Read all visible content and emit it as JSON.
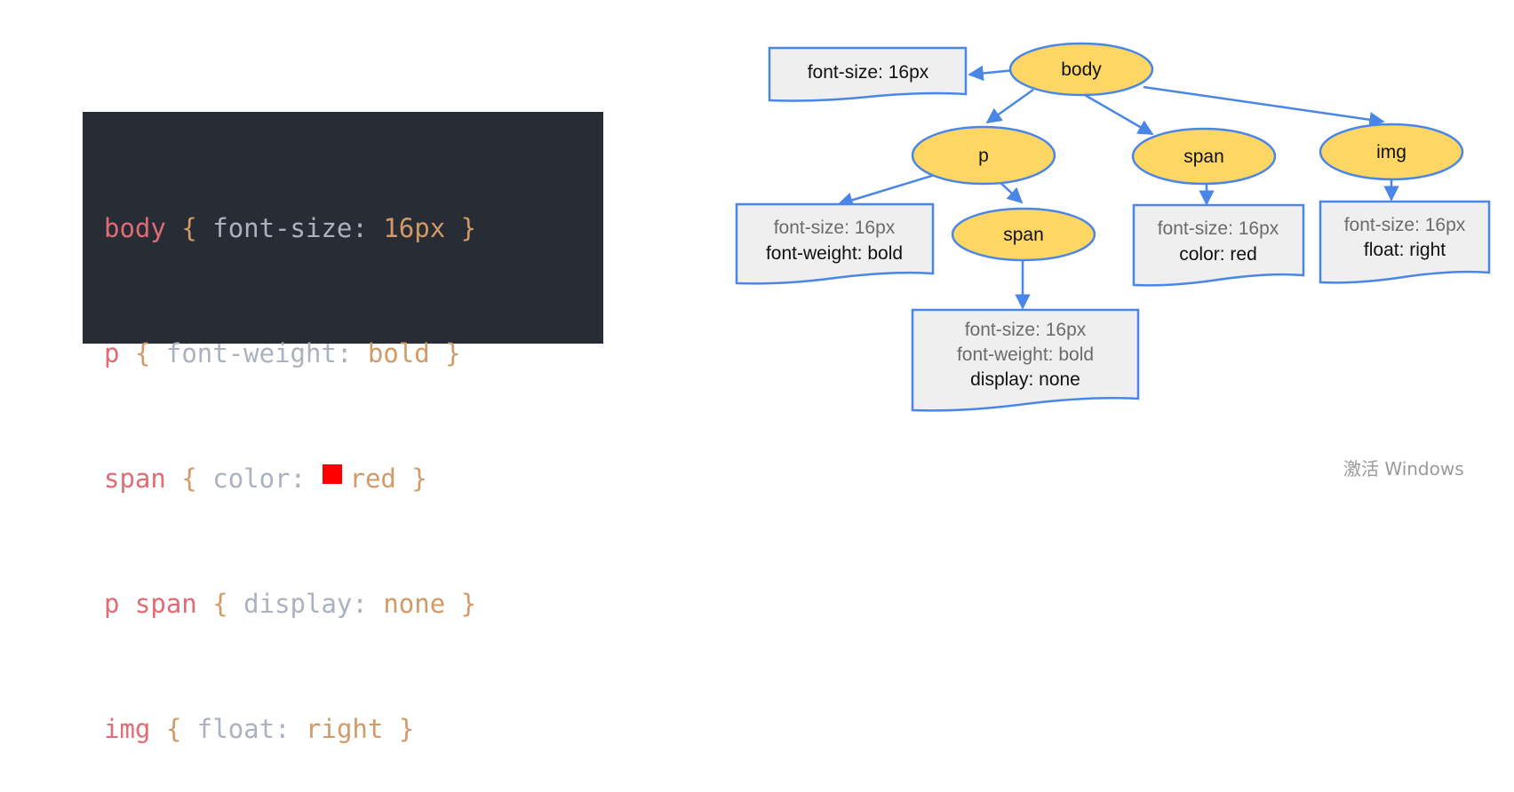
{
  "code": {
    "lines": [
      {
        "selector": "body",
        "property": "font-size",
        "value": "16px",
        "swatch": false
      },
      {
        "selector": "p",
        "property": "font-weight",
        "value": "bold",
        "swatch": false
      },
      {
        "selector": "span",
        "property": "color",
        "value": "red",
        "swatch": true
      },
      {
        "selector": "p span",
        "property": "display",
        "value": "none",
        "swatch": false
      },
      {
        "selector": "img",
        "property": "float",
        "value": "right",
        "swatch": false
      }
    ],
    "colors": {
      "background": "#282c34",
      "selector": "#e06c75",
      "value": "#d19a66",
      "swatch": "#ff0000"
    }
  },
  "tree": {
    "nodes": {
      "body": "body",
      "p": "p",
      "span_top": "span",
      "img": "img",
      "span_child": "span"
    },
    "docs": {
      "body": [
        {
          "text": "font-size: 16px",
          "inherited": false
        }
      ],
      "p": [
        {
          "text": "font-size: 16px",
          "inherited": true
        },
        {
          "text": "font-weight: bold",
          "inherited": false
        }
      ],
      "span_top": [
        {
          "text": "font-size: 16px",
          "inherited": true
        },
        {
          "text": "color: red",
          "inherited": false
        }
      ],
      "img": [
        {
          "text": "font-size: 16px",
          "inherited": true
        },
        {
          "text": "float: right",
          "inherited": false
        }
      ],
      "span_child": [
        {
          "text": "font-size: 16px",
          "inherited": true
        },
        {
          "text": "font-weight: bold",
          "inherited": true
        },
        {
          "text": "display: none",
          "inherited": false
        }
      ]
    },
    "colors": {
      "node_fill": "#fdd663",
      "stroke": "#4a86e8",
      "doc_fill": "#efefef"
    }
  },
  "watermark": "激活 Windows"
}
